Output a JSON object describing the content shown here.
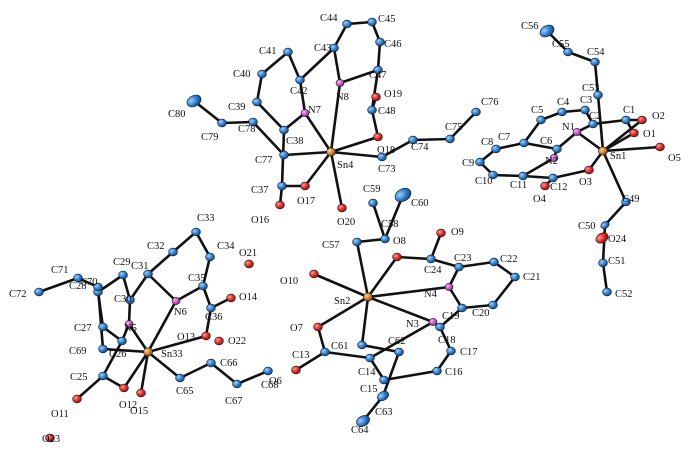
{
  "colors": {
    "C": "#2a78c8",
    "N": "#c850c0",
    "O": "#e0211c",
    "Sn": "#c87a1e",
    "bond": "#111111",
    "label": "#111111",
    "background": "#ffffff"
  },
  "atoms": [
    {
      "id": "C1",
      "el": "C"
    },
    {
      "id": "C2",
      "el": "C"
    },
    {
      "id": "C3",
      "el": "C"
    },
    {
      "id": "C4",
      "el": "C"
    },
    {
      "id": "C5",
      "el": "C"
    },
    {
      "id": "C6",
      "el": "C"
    },
    {
      "id": "C7",
      "el": "C"
    },
    {
      "id": "C8",
      "el": "C"
    },
    {
      "id": "C9",
      "el": "C"
    },
    {
      "id": "C10",
      "el": "C"
    },
    {
      "id": "C11",
      "el": "C"
    },
    {
      "id": "C12",
      "el": "C"
    },
    {
      "id": "C13",
      "el": "C"
    },
    {
      "id": "C14",
      "el": "C"
    },
    {
      "id": "C15",
      "el": "C"
    },
    {
      "id": "C16",
      "el": "C"
    },
    {
      "id": "C17",
      "el": "C"
    },
    {
      "id": "C18",
      "el": "C"
    },
    {
      "id": "C19",
      "el": "C"
    },
    {
      "id": "C20",
      "el": "C"
    },
    {
      "id": "C21",
      "el": "C"
    },
    {
      "id": "C22",
      "el": "C"
    },
    {
      "id": "C23",
      "el": "C"
    },
    {
      "id": "C24",
      "el": "C"
    },
    {
      "id": "C25",
      "el": "C"
    },
    {
      "id": "C26",
      "el": "C"
    },
    {
      "id": "C27",
      "el": "C"
    },
    {
      "id": "C28",
      "el": "C"
    },
    {
      "id": "C29",
      "el": "C"
    },
    {
      "id": "C30",
      "el": "C"
    },
    {
      "id": "C31",
      "el": "C"
    },
    {
      "id": "C32",
      "el": "C"
    },
    {
      "id": "C33",
      "el": "C"
    },
    {
      "id": "C34",
      "el": "C"
    },
    {
      "id": "C35",
      "el": "C"
    },
    {
      "id": "C36",
      "el": "C"
    },
    {
      "id": "C37",
      "el": "C"
    },
    {
      "id": "C38",
      "el": "C"
    },
    {
      "id": "C39",
      "el": "C"
    },
    {
      "id": "C40",
      "el": "C"
    },
    {
      "id": "C41",
      "el": "C"
    },
    {
      "id": "C42",
      "el": "C"
    },
    {
      "id": "C43",
      "el": "C"
    },
    {
      "id": "C44",
      "el": "C"
    },
    {
      "id": "C45",
      "el": "C"
    },
    {
      "id": "C46",
      "el": "C"
    },
    {
      "id": "C47",
      "el": "C"
    },
    {
      "id": "C48",
      "el": "C"
    },
    {
      "id": "C49",
      "el": "C"
    },
    {
      "id": "C50",
      "el": "C"
    },
    {
      "id": "C51",
      "el": "C"
    },
    {
      "id": "C52",
      "el": "C"
    },
    {
      "id": "C53",
      "el": "C"
    },
    {
      "id": "C54",
      "el": "C"
    },
    {
      "id": "C55",
      "el": "C"
    },
    {
      "id": "C56",
      "el": "C"
    },
    {
      "id": "C57",
      "el": "C"
    },
    {
      "id": "C58",
      "el": "C"
    },
    {
      "id": "C59",
      "el": "C"
    },
    {
      "id": "C60",
      "el": "C"
    },
    {
      "id": "C61",
      "el": "C"
    },
    {
      "id": "C62",
      "el": "C"
    },
    {
      "id": "C63",
      "el": "C"
    },
    {
      "id": "C64",
      "el": "C"
    },
    {
      "id": "C65",
      "el": "C"
    },
    {
      "id": "C66",
      "el": "C"
    },
    {
      "id": "C67",
      "el": "C"
    },
    {
      "id": "C68",
      "el": "C"
    },
    {
      "id": "C69",
      "el": "C"
    },
    {
      "id": "C70",
      "el": "C"
    },
    {
      "id": "C71",
      "el": "C"
    },
    {
      "id": "C72",
      "el": "C"
    },
    {
      "id": "C73",
      "el": "C"
    },
    {
      "id": "C74",
      "el": "C"
    },
    {
      "id": "C75",
      "el": "C"
    },
    {
      "id": "C76",
      "el": "C"
    },
    {
      "id": "C77",
      "el": "C"
    },
    {
      "id": "C78",
      "el": "C"
    },
    {
      "id": "C79",
      "el": "C"
    },
    {
      "id": "C80",
      "el": "C"
    },
    {
      "id": "N1",
      "el": "N"
    },
    {
      "id": "N2",
      "el": "N"
    },
    {
      "id": "N3",
      "el": "N"
    },
    {
      "id": "N4",
      "el": "N"
    },
    {
      "id": "N5",
      "el": "N"
    },
    {
      "id": "N6",
      "el": "N"
    },
    {
      "id": "N7",
      "el": "N"
    },
    {
      "id": "N8",
      "el": "N"
    },
    {
      "id": "O1",
      "el": "O"
    },
    {
      "id": "O2",
      "el": "O"
    },
    {
      "id": "O3",
      "el": "O"
    },
    {
      "id": "O4",
      "el": "O"
    },
    {
      "id": "O5",
      "el": "O"
    },
    {
      "id": "O6",
      "el": "O"
    },
    {
      "id": "O7",
      "el": "O"
    },
    {
      "id": "O8",
      "el": "O"
    },
    {
      "id": "O9",
      "el": "O"
    },
    {
      "id": "O10",
      "el": "O"
    },
    {
      "id": "O11",
      "el": "O"
    },
    {
      "id": "O12",
      "el": "O"
    },
    {
      "id": "O13",
      "el": "O"
    },
    {
      "id": "O14",
      "el": "O"
    },
    {
      "id": "O15",
      "el": "O"
    },
    {
      "id": "O16",
      "el": "O"
    },
    {
      "id": "O17",
      "el": "O"
    },
    {
      "id": "O18",
      "el": "O"
    },
    {
      "id": "O19",
      "el": "O"
    },
    {
      "id": "O20",
      "el": "O"
    },
    {
      "id": "O21",
      "el": "O"
    },
    {
      "id": "O22",
      "el": "O"
    },
    {
      "id": "O23",
      "el": "O"
    },
    {
      "id": "O24",
      "el": "O"
    },
    {
      "id": "Sn1",
      "el": "Sn"
    },
    {
      "id": "Sn2",
      "el": "Sn"
    },
    {
      "id": "Sn33",
      "el": "Sn"
    },
    {
      "id": "Sn4",
      "el": "Sn"
    }
  ],
  "bonds": [
    [
      "Sn1",
      "O1"
    ],
    [
      "Sn1",
      "O2"
    ],
    [
      "Sn1",
      "O3"
    ],
    [
      "Sn1",
      "O5"
    ],
    [
      "Sn1",
      "N1"
    ],
    [
      "Sn1",
      "C53"
    ],
    [
      "Sn1",
      "C49"
    ],
    [
      "O1",
      "C1"
    ],
    [
      "O2",
      "C1"
    ],
    [
      "C1",
      "C2"
    ],
    [
      "C2",
      "N1"
    ],
    [
      "C2",
      "C3"
    ],
    [
      "C3",
      "C4"
    ],
    [
      "C4",
      "C5"
    ],
    [
      "C5",
      "C7"
    ],
    [
      "C7",
      "C6"
    ],
    [
      "C6",
      "N1"
    ],
    [
      "C6",
      "N2"
    ],
    [
      "C7",
      "C8"
    ],
    [
      "C8",
      "C9"
    ],
    [
      "C9",
      "C10"
    ],
    [
      "C10",
      "C11"
    ],
    [
      "C11",
      "N2"
    ],
    [
      "C11",
      "C12"
    ],
    [
      "C12",
      "O3"
    ],
    [
      "C12",
      "O4"
    ],
    [
      "C53",
      "C54"
    ],
    [
      "C54",
      "C55"
    ],
    [
      "C55",
      "C56"
    ],
    [
      "C49",
      "C50"
    ],
    [
      "C50",
      "C51"
    ],
    [
      "C51",
      "C52"
    ],
    [
      "Sn2",
      "O7"
    ],
    [
      "Sn2",
      "O8"
    ],
    [
      "Sn2",
      "O10"
    ],
    [
      "Sn2",
      "N3"
    ],
    [
      "Sn2",
      "N4"
    ],
    [
      "Sn2",
      "C57"
    ],
    [
      "Sn2",
      "C61"
    ],
    [
      "O7",
      "C13"
    ],
    [
      "O6",
      "C13"
    ],
    [
      "C13",
      "C14"
    ],
    [
      "C14",
      "N3"
    ],
    [
      "C14",
      "C15"
    ],
    [
      "C15",
      "C16"
    ],
    [
      "C16",
      "C17"
    ],
    [
      "C17",
      "C18"
    ],
    [
      "C18",
      "N3"
    ],
    [
      "C18",
      "C19"
    ],
    [
      "C19",
      "N4"
    ],
    [
      "C19",
      "C20"
    ],
    [
      "C20",
      "C21"
    ],
    [
      "C21",
      "C22"
    ],
    [
      "C22",
      "C23"
    ],
    [
      "C23",
      "N4"
    ],
    [
      "C23",
      "C24"
    ],
    [
      "C24",
      "O8"
    ],
    [
      "C24",
      "O9"
    ],
    [
      "C57",
      "C58"
    ],
    [
      "C58",
      "C59"
    ],
    [
      "C58",
      "C60"
    ],
    [
      "C61",
      "C62"
    ],
    [
      "C62",
      "C63"
    ],
    [
      "C63",
      "C64"
    ],
    [
      "Sn33",
      "O12"
    ],
    [
      "Sn33",
      "O13"
    ],
    [
      "Sn33",
      "O15"
    ],
    [
      "Sn33",
      "N5"
    ],
    [
      "Sn33",
      "N6"
    ],
    [
      "Sn33",
      "C65"
    ],
    [
      "Sn33",
      "C69"
    ],
    [
      "O12",
      "C25"
    ],
    [
      "O11",
      "C25"
    ],
    [
      "C25",
      "C26"
    ],
    [
      "C26",
      "N5"
    ],
    [
      "C26",
      "C27"
    ],
    [
      "C27",
      "C28"
    ],
    [
      "C28",
      "C29"
    ],
    [
      "C29",
      "C30"
    ],
    [
      "C30",
      "N5"
    ],
    [
      "C30",
      "C31"
    ],
    [
      "C31",
      "N6"
    ],
    [
      "C31",
      "C32"
    ],
    [
      "C32",
      "C33"
    ],
    [
      "C33",
      "C34"
    ],
    [
      "C34",
      "C35"
    ],
    [
      "C35",
      "N6"
    ],
    [
      "C35",
      "C36"
    ],
    [
      "C36",
      "O13"
    ],
    [
      "C36",
      "O14"
    ],
    [
      "C65",
      "C66"
    ],
    [
      "C66",
      "C67"
    ],
    [
      "C67",
      "C68"
    ],
    [
      "C69",
      "C70"
    ],
    [
      "C70",
      "C71"
    ],
    [
      "C71",
      "C72"
    ],
    [
      "Sn4",
      "O17"
    ],
    [
      "Sn4",
      "O18"
    ],
    [
      "Sn4",
      "O20"
    ],
    [
      "Sn4",
      "N7"
    ],
    [
      "Sn4",
      "N8"
    ],
    [
      "Sn4",
      "C73"
    ],
    [
      "Sn4",
      "C77"
    ],
    [
      "O17",
      "C37"
    ],
    [
      "O16",
      "C37"
    ],
    [
      "C37",
      "C38"
    ],
    [
      "C38",
      "N7"
    ],
    [
      "C38",
      "C39"
    ],
    [
      "C39",
      "C40"
    ],
    [
      "C40",
      "C41"
    ],
    [
      "C41",
      "C42"
    ],
    [
      "C42",
      "N7"
    ],
    [
      "C42",
      "C43"
    ],
    [
      "C43",
      "N8"
    ],
    [
      "C43",
      "C44"
    ],
    [
      "C44",
      "C45"
    ],
    [
      "C45",
      "C46"
    ],
    [
      "C46",
      "C47"
    ],
    [
      "C47",
      "N8"
    ],
    [
      "C47",
      "C48"
    ],
    [
      "C48",
      "O18"
    ],
    [
      "C48",
      "O19"
    ],
    [
      "C73",
      "C74"
    ],
    [
      "C74",
      "C75"
    ],
    [
      "C75",
      "C76"
    ],
    [
      "C77",
      "C78"
    ],
    [
      "C78",
      "C79"
    ],
    [
      "C79",
      "C80"
    ]
  ]
}
